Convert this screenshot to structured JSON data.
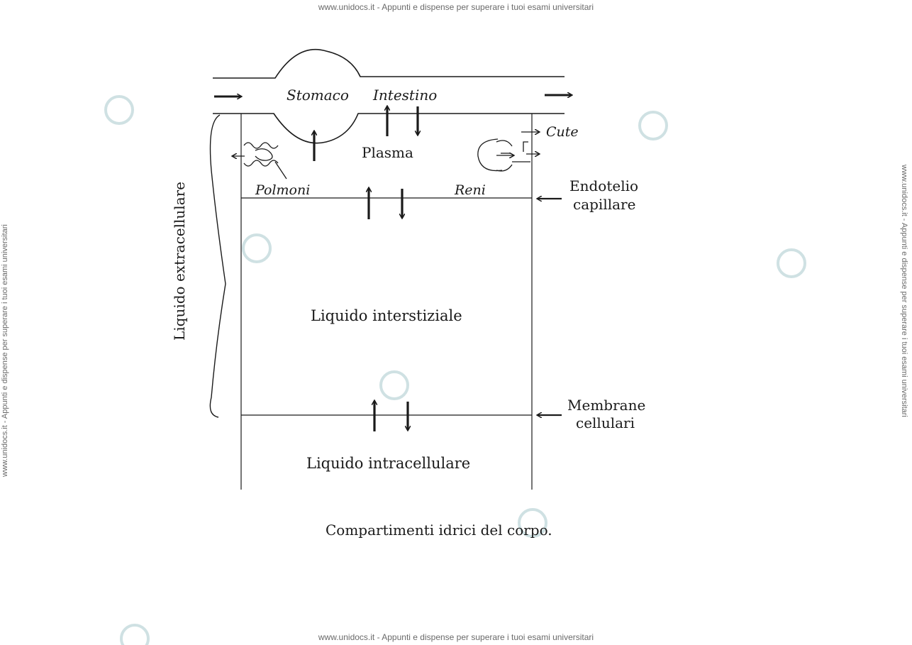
{
  "watermark": {
    "top_text": "www.unidocs.it - Appunti e dispense per superare i tuoi esami universitari",
    "bottom_text": "www.unidocs.it - Appunti e dispense per superare i tuoi esami universitari",
    "side_text": "www.unidocs.it - Appunti e dispense per superare i tuoi esami universitari"
  },
  "diagram": {
    "labels": {
      "stomach": "Stomaco",
      "intestine": "Intestino",
      "plasma": "Plasma",
      "skin": "Cute",
      "lungs": "Polmoni",
      "kidneys": "Reni",
      "extracellular": "Liquido extracellulare",
      "endothelium_line1": "Endotelio",
      "endothelium_line2": "capillare",
      "interstitial": "Liquido interstiziale",
      "membranes_line1": "Membrane",
      "membranes_line2": "cellulari",
      "intracellular": "Liquido intracellulare"
    },
    "caption": "Compartimenti idrici del corpo."
  }
}
